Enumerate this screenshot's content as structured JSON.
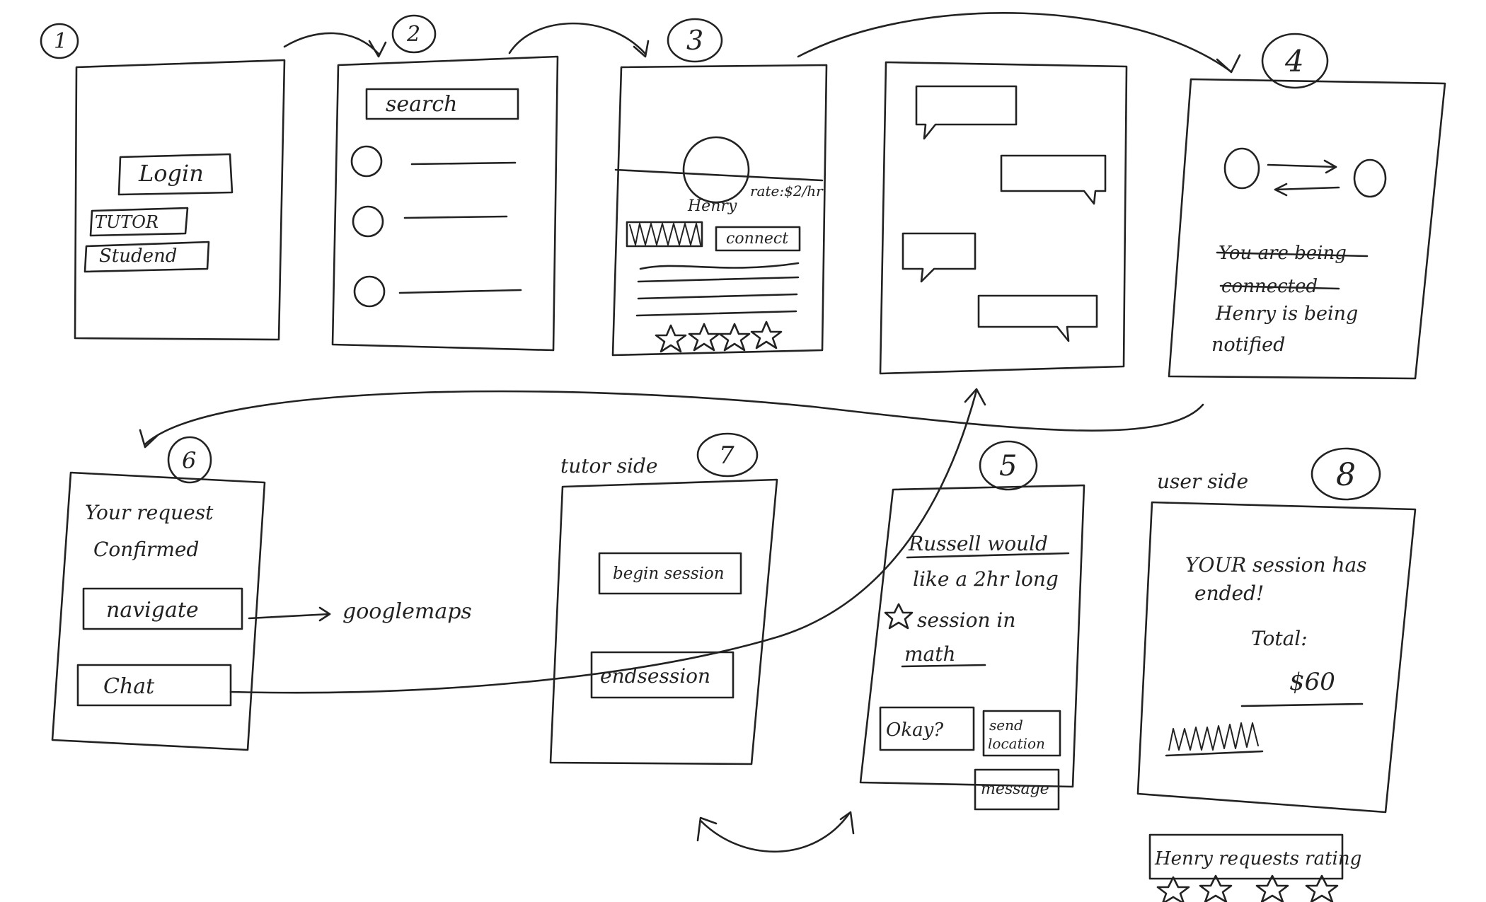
{
  "screens": {
    "s1": {
      "number": "1",
      "login": "Login",
      "tutor": "TUTOR",
      "student": "Studend"
    },
    "s2": {
      "number": "2",
      "search": "search"
    },
    "s3": {
      "number": "3",
      "name": "Henry",
      "rate": "rate:$2/hr",
      "connect": "connect"
    },
    "s4": {
      "number": "4",
      "struck_line1": "You are being",
      "struck_line2": "connected",
      "msg_line1": "Henry is being",
      "msg_line2": "notified"
    },
    "s5": {
      "number": "5",
      "l1": "Russell would",
      "l2": "like a 2hr long",
      "l3": "session in",
      "l4": "math",
      "okay": "Okay?",
      "send1": "send",
      "send2": "location",
      "message": "message"
    },
    "s6": {
      "number": "6",
      "l1": "Your request",
      "l2": "Confirmed",
      "navigate": "navigate",
      "chat": "Chat",
      "maps": "googlemaps"
    },
    "s7": {
      "number": "7",
      "side": "tutor side",
      "begin": "begin session",
      "end": "endsession"
    },
    "s8": {
      "number": "8",
      "side": "user side",
      "l1": "YOUR session has",
      "l2": "ended!",
      "total": "Total:",
      "amount": "$60",
      "rating": "Henry requests rating"
    }
  }
}
